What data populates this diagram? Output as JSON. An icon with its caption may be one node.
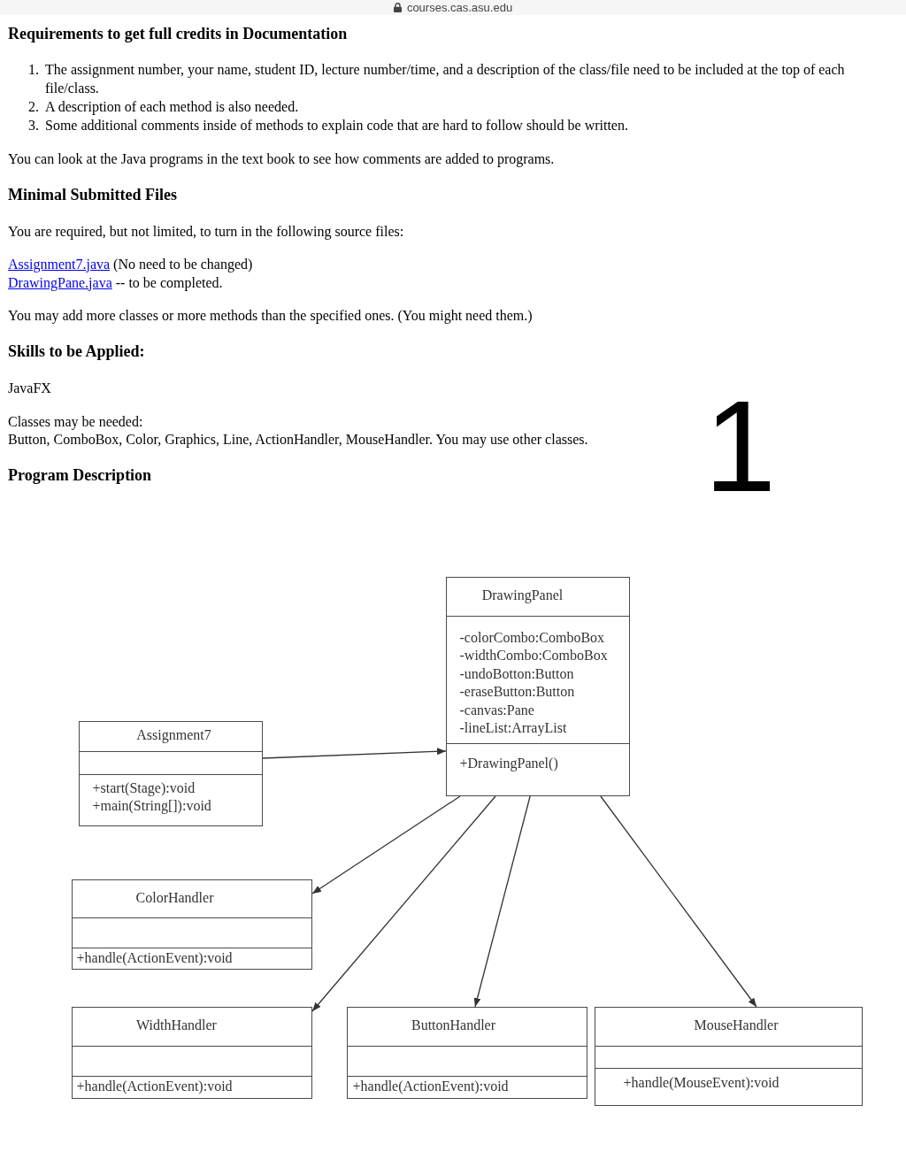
{
  "diagram": {
    "nodes": [
      {
        "text": [
          "DrawingPanel",
          "-colorCombo:ComboBox",
          "-widthCombo:ComboBox",
          "-undoBotton:Button",
          "-eraseButton:Button",
          "-canvas:Pane",
          "-lineList:ArrayList",
          "+DrawingPanel()"
        ]
      },
      {
        "text": [
          "Assignment7",
          "+start(Stage):void",
          "+main(String[]):void"
        ]
      },
      {
        "text": [
          "ColorHandler",
          "+handle(ActionEvent):void"
        ]
      },
      {
        "text": [
          "WidthHandler",
          "+handle(ActionEvent):void"
        ]
      },
      {
        "text": [
          "ButtonHandler",
          "+handle(ActionEvent):void"
        ]
      },
      {
        "text": [
          "MouseHandler",
          "+handle(MouseEvent):void"
        ]
      }
    ],
    "edges": [
      {
        "from": 1,
        "to": 0,
        "arrow": "to"
      },
      {
        "from": 0,
        "to": 2,
        "arrow": "to"
      },
      {
        "from": 0,
        "to": 3,
        "arrow": "to"
      },
      {
        "from": 0,
        "to": 4,
        "arrow": "to"
      },
      {
        "from": 0,
        "to": 5,
        "arrow": "to"
      }
    ],
    "labels": [
      "courses.cas.asu.edu",
      "Requirements to get full credits in Documentation",
      "1.",
      "The assignment number, your name, student ID, lecture number/time, and a description of the class/file need to be included at the top of each file/class.",
      "2.",
      "A description of each method is also needed.",
      "3.",
      "Some additional comments inside of methods to explain code that are hard to follow should be written.",
      "You can look at the Java programs in the text book to see how comments are added to programs.",
      "Minimal Submitted Files",
      "You are required, but not limited, to turn in the following source files:",
      "Assignment7.java",
      "(No need to be changed)",
      "DrawingPane.java",
      "-- to be completed.",
      "You may add more classes or more methods than the specified ones. (You might need them.)",
      "Skills to be Applied:",
      "JavaFX",
      "Classes may be needed:",
      "Button, ComboBox, Color, Graphics, Line, ActionHandler, MouseHandler. You may use other classes.",
      "1",
      "Program Description"
    ]
  }
}
